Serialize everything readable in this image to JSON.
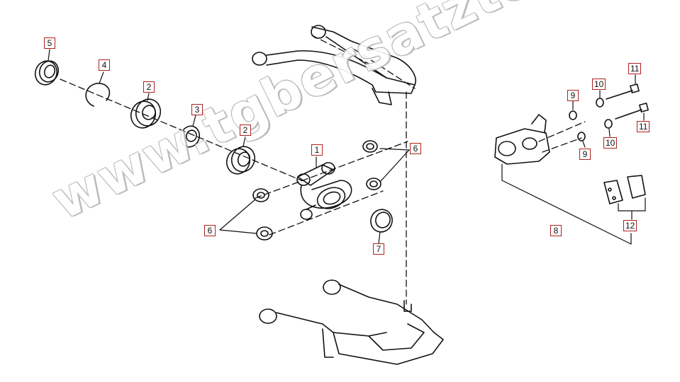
{
  "watermark": "www.tgbersatzteile.de",
  "callouts": {
    "c5": "5",
    "c4": "4",
    "c2a": "2",
    "c3": "3",
    "c2b": "2",
    "c1": "1",
    "c6a": "6",
    "c6b": "6",
    "c7": "7",
    "c8": "8",
    "c9a": "9",
    "c9b": "9",
    "c10a": "10",
    "c10b": "10",
    "c11a": "11",
    "c11b": "11",
    "c12": "12"
  },
  "colors": {
    "line": "#111111",
    "callout_border": "#b02020",
    "watermark_shadow": "#b4b4b4"
  }
}
